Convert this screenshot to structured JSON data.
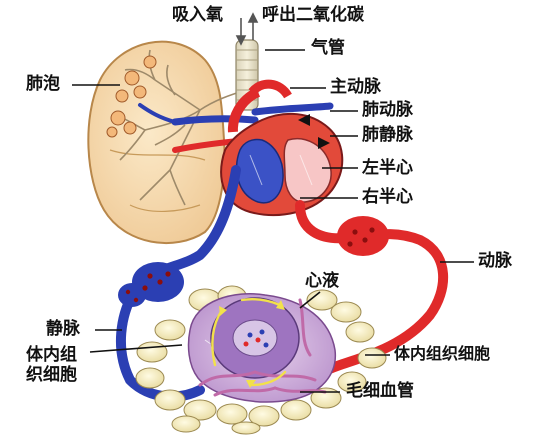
{
  "labels": {
    "inhale_o2": "吸入氧",
    "exhale_co2": "呼出二氧化碳",
    "trachea": "气管",
    "alveoli": "肺泡",
    "aorta": "主动脉",
    "pulmonary_artery": "肺动脉",
    "pulmonary_vein": "肺静脉",
    "left_heart": "左半心",
    "right_heart": "右半心",
    "artery": "动脉",
    "interstitial_fluid": "心液",
    "vein": "静脉",
    "tissue_cells_left_line1": "体内组",
    "tissue_cells_left_line2": "织细胞",
    "tissue_cells_right": "体内组织细胞",
    "capillaries": "毛细血管"
  },
  "colors": {
    "oxygenated_blood": "#e02a2a",
    "deoxygenated_blood": "#2b3fb3",
    "lung": "#f6dcae",
    "tissue_fluid": "#c9a8d8",
    "tissue_cells": "#f4ecc2"
  }
}
